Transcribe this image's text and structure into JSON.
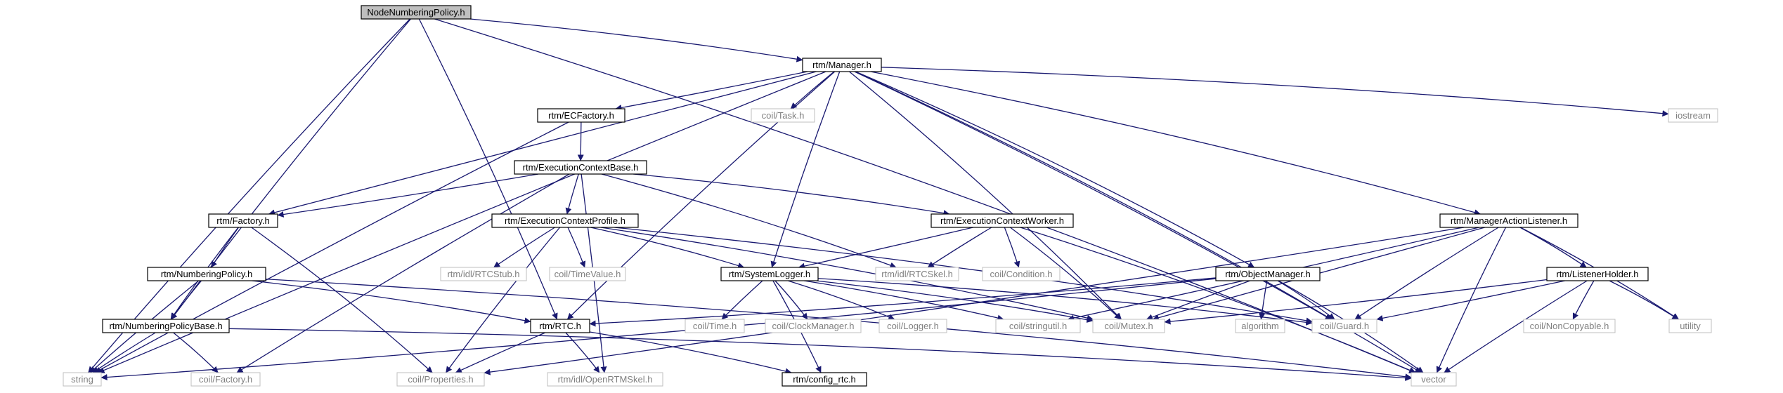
{
  "diagram": {
    "colors": {
      "edge": "#191970",
      "root_fill": "#bfbfbf",
      "node_border": "#000000",
      "external_border": "#bfbfbf",
      "external_text": "#808080"
    },
    "nodes": [
      {
        "id": "root",
        "label": "NodeNumberingPolicy.h",
        "kind": "root"
      },
      {
        "id": "manager",
        "label": "rtm/Manager.h",
        "kind": "solid"
      },
      {
        "id": "ecfactory",
        "label": "rtm/ECFactory.h",
        "kind": "solid"
      },
      {
        "id": "task",
        "label": "coil/Task.h",
        "kind": "external"
      },
      {
        "id": "iostream",
        "label": "iostream",
        "kind": "external"
      },
      {
        "id": "ecbase",
        "label": "rtm/ExecutionContextBase.h",
        "kind": "solid"
      },
      {
        "id": "factory",
        "label": "rtm/Factory.h",
        "kind": "solid"
      },
      {
        "id": "ecprofile",
        "label": "rtm/ExecutionContextProfile.h",
        "kind": "solid"
      },
      {
        "id": "ecworker",
        "label": "rtm/ExecutionContextWorker.h",
        "kind": "solid"
      },
      {
        "id": "mal",
        "label": "rtm/ManagerActionListener.h",
        "kind": "solid"
      },
      {
        "id": "numpolicy",
        "label": "rtm/NumberingPolicy.h",
        "kind": "solid"
      },
      {
        "id": "rtcstub",
        "label": "rtm/idl/RTCStub.h",
        "kind": "external"
      },
      {
        "id": "timevalue",
        "label": "coil/TimeValue.h",
        "kind": "external"
      },
      {
        "id": "syslogger",
        "label": "rtm/SystemLogger.h",
        "kind": "solid"
      },
      {
        "id": "rtcskel",
        "label": "rtm/idl/RTCSkel.h",
        "kind": "external"
      },
      {
        "id": "condition",
        "label": "coil/Condition.h",
        "kind": "external"
      },
      {
        "id": "objmgr",
        "label": "rtm/ObjectManager.h",
        "kind": "solid"
      },
      {
        "id": "listenerholder",
        "label": "rtm/ListenerHolder.h",
        "kind": "solid"
      },
      {
        "id": "npbase",
        "label": "rtm/NumberingPolicyBase.h",
        "kind": "solid"
      },
      {
        "id": "rtc",
        "label": "rtm/RTC.h",
        "kind": "solid"
      },
      {
        "id": "cointime",
        "label": "coil/Time.h",
        "kind": "external"
      },
      {
        "id": "clockmgr",
        "label": "coil/ClockManager.h",
        "kind": "external"
      },
      {
        "id": "logger",
        "label": "coil/Logger.h",
        "kind": "external"
      },
      {
        "id": "stringutil",
        "label": "coil/stringutil.h",
        "kind": "external"
      },
      {
        "id": "mutex",
        "label": "coil/Mutex.h",
        "kind": "external"
      },
      {
        "id": "algorithm",
        "label": "algorithm",
        "kind": "external"
      },
      {
        "id": "guard",
        "label": "coil/Guard.h",
        "kind": "external"
      },
      {
        "id": "noncopyable",
        "label": "coil/NonCopyable.h",
        "kind": "external"
      },
      {
        "id": "utility",
        "label": "utility",
        "kind": "external"
      },
      {
        "id": "string",
        "label": "string",
        "kind": "external"
      },
      {
        "id": "coilfactory",
        "label": "coil/Factory.h",
        "kind": "external"
      },
      {
        "id": "properties",
        "label": "coil/Properties.h",
        "kind": "external"
      },
      {
        "id": "openrtmskel",
        "label": "rtm/idl/OpenRTMSkel.h",
        "kind": "external"
      },
      {
        "id": "configrtc",
        "label": "rtm/config_rtc.h",
        "kind": "solid"
      },
      {
        "id": "vector",
        "label": "vector",
        "kind": "external"
      }
    ],
    "edges": [
      [
        "root",
        "manager"
      ],
      [
        "root",
        "string"
      ],
      [
        "root",
        "npbase"
      ],
      [
        "root",
        "rtc"
      ],
      [
        "root",
        "vector"
      ],
      [
        "manager",
        "ecfactory"
      ],
      [
        "manager",
        "task"
      ],
      [
        "manager",
        "iostream"
      ],
      [
        "manager",
        "factory"
      ],
      [
        "manager",
        "string"
      ],
      [
        "manager",
        "rtc"
      ],
      [
        "manager",
        "syslogger"
      ],
      [
        "manager",
        "mutex"
      ],
      [
        "manager",
        "objmgr"
      ],
      [
        "manager",
        "guard"
      ],
      [
        "manager",
        "mal"
      ],
      [
        "manager",
        "vector"
      ],
      [
        "ecfactory",
        "ecbase"
      ],
      [
        "ecfactory",
        "string"
      ],
      [
        "ecbase",
        "factory"
      ],
      [
        "ecbase",
        "ecprofile"
      ],
      [
        "ecbase",
        "ecworker"
      ],
      [
        "ecbase",
        "rtcskel"
      ],
      [
        "ecbase",
        "coilfactory"
      ],
      [
        "ecbase",
        "openrtmskel"
      ],
      [
        "factory",
        "numpolicy"
      ],
      [
        "factory",
        "npbase"
      ],
      [
        "factory",
        "properties"
      ],
      [
        "numpolicy",
        "npbase"
      ],
      [
        "numpolicy",
        "string"
      ],
      [
        "numpolicy",
        "rtc"
      ],
      [
        "numpolicy",
        "vector"
      ],
      [
        "npbase",
        "string"
      ],
      [
        "npbase",
        "coilfactory"
      ],
      [
        "npbase",
        "vector"
      ],
      [
        "ecprofile",
        "rtcstub"
      ],
      [
        "ecprofile",
        "timevalue"
      ],
      [
        "ecprofile",
        "syslogger"
      ],
      [
        "ecprofile",
        "mutex"
      ],
      [
        "ecprofile",
        "properties"
      ],
      [
        "ecprofile",
        "guard"
      ],
      [
        "ecworker",
        "syslogger"
      ],
      [
        "ecworker",
        "rtcskel"
      ],
      [
        "ecworker",
        "condition"
      ],
      [
        "ecworker",
        "mutex"
      ],
      [
        "ecworker",
        "vector"
      ],
      [
        "syslogger",
        "cointime"
      ],
      [
        "syslogger",
        "clockmgr"
      ],
      [
        "syslogger",
        "logger"
      ],
      [
        "syslogger",
        "stringutil"
      ],
      [
        "syslogger",
        "mutex"
      ],
      [
        "syslogger",
        "guard"
      ],
      [
        "syslogger",
        "configrtc"
      ],
      [
        "rtc",
        "properties"
      ],
      [
        "rtc",
        "openrtmskel"
      ],
      [
        "rtc",
        "configrtc"
      ],
      [
        "objmgr",
        "rtc"
      ],
      [
        "objmgr",
        "mutex"
      ],
      [
        "objmgr",
        "algorithm"
      ],
      [
        "objmgr",
        "guard"
      ],
      [
        "objmgr",
        "vector"
      ],
      [
        "objmgr",
        "string"
      ],
      [
        "mal",
        "listenerholder"
      ],
      [
        "mal",
        "mutex"
      ],
      [
        "mal",
        "guard"
      ],
      [
        "mal",
        "utility"
      ],
      [
        "mal",
        "vector"
      ],
      [
        "mal",
        "stringutil"
      ],
      [
        "mal",
        "properties"
      ],
      [
        "listenerholder",
        "mutex"
      ],
      [
        "listenerholder",
        "guard"
      ],
      [
        "listenerholder",
        "noncopyable"
      ],
      [
        "listenerholder",
        "utility"
      ],
      [
        "listenerholder",
        "vector"
      ]
    ]
  }
}
